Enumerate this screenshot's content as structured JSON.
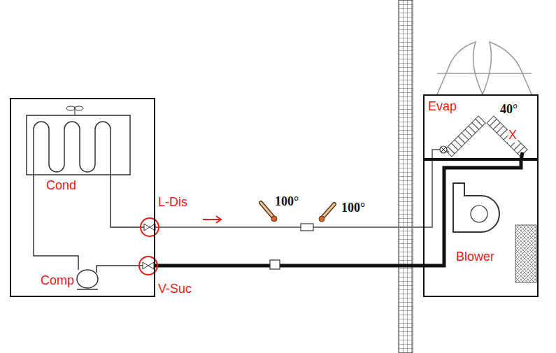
{
  "diagram": {
    "nodes": [
      {
        "text": [
          "Cond",
          "Comp"
        ]
      },
      {
        "text": [
          "Evap",
          "40°"
        ]
      },
      {
        "text": [
          "Blower"
        ]
      }
    ],
    "edges": [
      {
        "from": 0,
        "to": 1,
        "arrow": "none"
      },
      {
        "from": 1,
        "to": 0,
        "arrow": "none"
      }
    ],
    "labels": [
      "L-Dis",
      "100°",
      "100°",
      "X",
      "V-Suc"
    ]
  }
}
